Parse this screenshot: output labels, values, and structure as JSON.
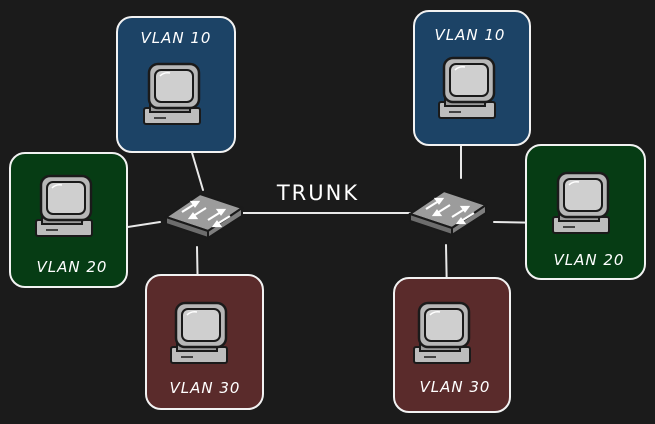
{
  "trunk_label": "TRUNK",
  "colors": {
    "background": "#1b1b1b",
    "vlan10": "#1c4366",
    "vlan20": "#063c14",
    "vlan30": "#5a2b2b"
  },
  "nodes": {
    "left_vlan10": {
      "label": "VLAN 10",
      "icon": "computer-icon"
    },
    "left_vlan20": {
      "label": "VLAN 20",
      "icon": "computer-icon"
    },
    "left_vlan30": {
      "label": "VLAN 30",
      "icon": "computer-icon"
    },
    "right_vlan10": {
      "label": "VLAN 10",
      "icon": "computer-icon"
    },
    "right_vlan20": {
      "label": "VLAN 20",
      "icon": "computer-icon"
    },
    "right_vlan30": {
      "label": "VLAN 30",
      "icon": "computer-icon"
    }
  },
  "switches": {
    "left": {
      "icon": "switch-icon"
    },
    "right": {
      "icon": "switch-icon"
    }
  }
}
